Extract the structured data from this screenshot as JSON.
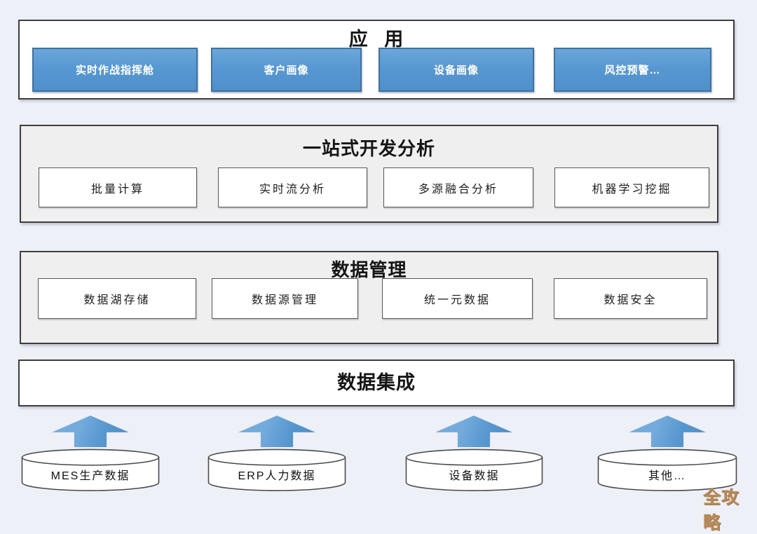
{
  "canvas": {
    "background": "#eef0f8"
  },
  "colors": {
    "node_blue_fill": "#5b9bd5",
    "node_blue_border": "#40719e",
    "section_border": "#3d3d3d",
    "section_gray_fill": "#efefef",
    "section_white_fill": "#ffffff",
    "arrow_blue": "#5b9bd5",
    "watermark_gold": "#b98a55"
  },
  "sections": {
    "app": {
      "title": "应 用",
      "items": [
        {
          "label": "实时作战指挥舱"
        },
        {
          "label": "客户画像"
        },
        {
          "label": "设备画像"
        },
        {
          "label": "风控预警…"
        }
      ]
    },
    "analytics": {
      "title": "一站式开发分析",
      "items": [
        {
          "label": "批量计算"
        },
        {
          "label": "实时流分析"
        },
        {
          "label": "多源融合分析"
        },
        {
          "label": "机器学习挖掘"
        }
      ]
    },
    "management": {
      "title": "数据管理",
      "items": [
        {
          "label": "数据湖存储"
        },
        {
          "label": "数据源管理"
        },
        {
          "label": "统一元数据"
        },
        {
          "label": "数据安全"
        }
      ]
    },
    "integration": {
      "title": "数据集成"
    }
  },
  "data_sources": {
    "items": [
      {
        "label": "MES生产数据"
      },
      {
        "label": "ERP人力数据"
      },
      {
        "label": "设备数据"
      },
      {
        "label": "其他…"
      }
    ]
  },
  "watermark": {
    "text": "全攻略"
  }
}
